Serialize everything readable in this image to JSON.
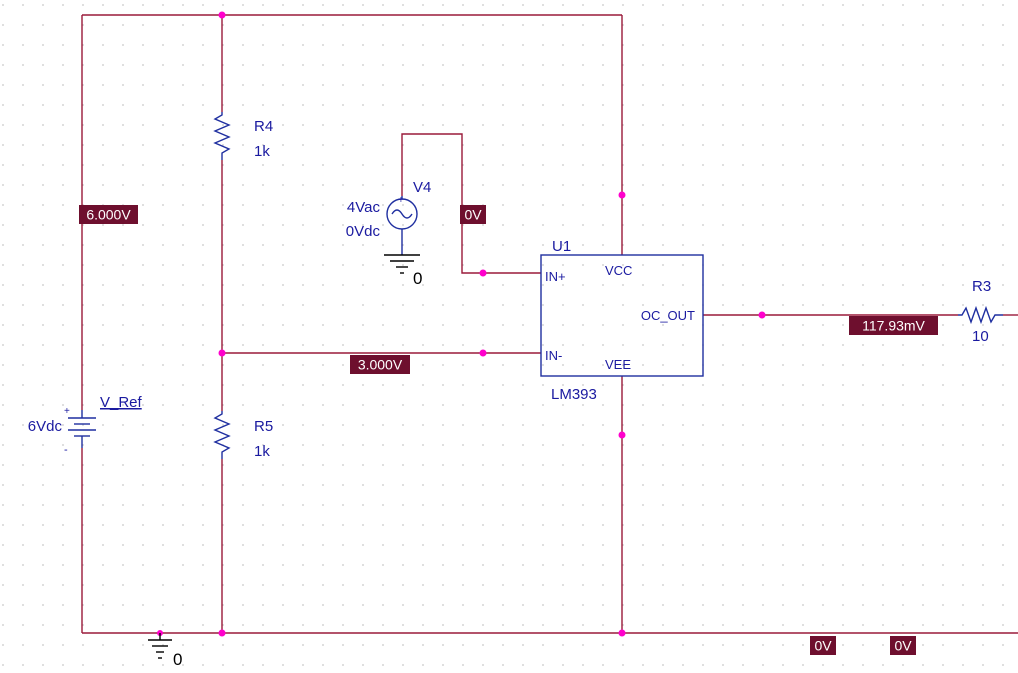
{
  "components": {
    "r4": {
      "name": "R4",
      "value": "1k"
    },
    "r5": {
      "name": "R5",
      "value": "1k"
    },
    "r3": {
      "name": "R3",
      "value": "10"
    },
    "v4": {
      "name": "V4",
      "ac": "4Vac",
      "dc": "0Vdc"
    },
    "vref": {
      "name": "V_Ref",
      "value": "6Vdc",
      "plus": "+",
      "minus": "-"
    },
    "u1": {
      "name": "U1",
      "part": "LM393",
      "pins": {
        "in_plus": "IN+",
        "in_minus": "IN-",
        "vcc": "VCC",
        "vee": "VEE",
        "out": "OC_OUT"
      }
    }
  },
  "grounds": {
    "v4_ground": "0",
    "main_ground": "0"
  },
  "voltage_labels": {
    "ref_node": "6.000V",
    "in_plus_node": "0V",
    "divider_node": "3.000V",
    "output_node": "117.93mV",
    "ground_1": "0V",
    "ground_2": "0V"
  },
  "colors": {
    "wire": "#9a1a3a",
    "component": "#1f2fa0",
    "node": "#ff00cc",
    "voltage_label_bg": "#6e0f2e",
    "voltage_label_text": "#ffffff",
    "grid_dot": "#c8c8c8"
  }
}
